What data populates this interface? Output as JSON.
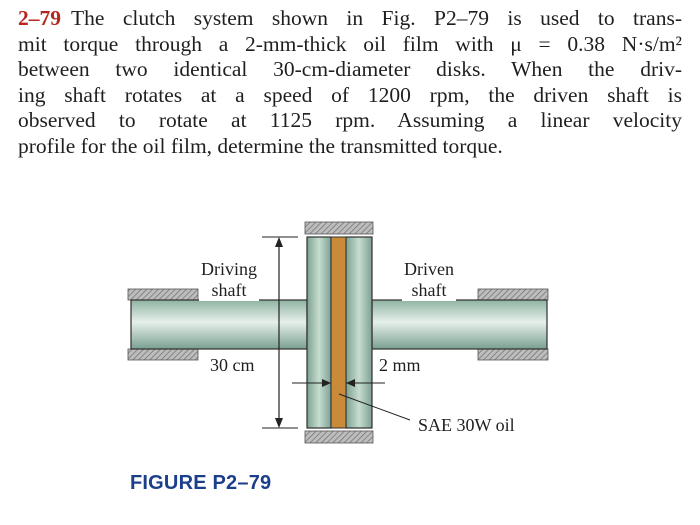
{
  "problem": {
    "number": "2–79",
    "lines": [
      "The clutch system shown in Fig. P2–79 is used to trans-",
      "mit torque through a 2-mm-thick oil film with μ = 0.38 N·s/m²",
      "between two identical 30-cm-diameter disks. When the driv-",
      "ing shaft rotates at a speed of 1200 rpm, the driven shaft is",
      "observed to rotate at 1125 rpm. Assuming a linear velocity",
      "profile for the oil film, determine the transmitted torque."
    ]
  },
  "figure": {
    "labels": {
      "driving_1": "Driving",
      "driving_2": "shaft",
      "driven_1": "Driven",
      "driven_2": "shaft",
      "diameter": "30 cm",
      "gap": "2 mm",
      "oil": "SAE 30W oil"
    },
    "caption": "FIGURE P2–79"
  }
}
